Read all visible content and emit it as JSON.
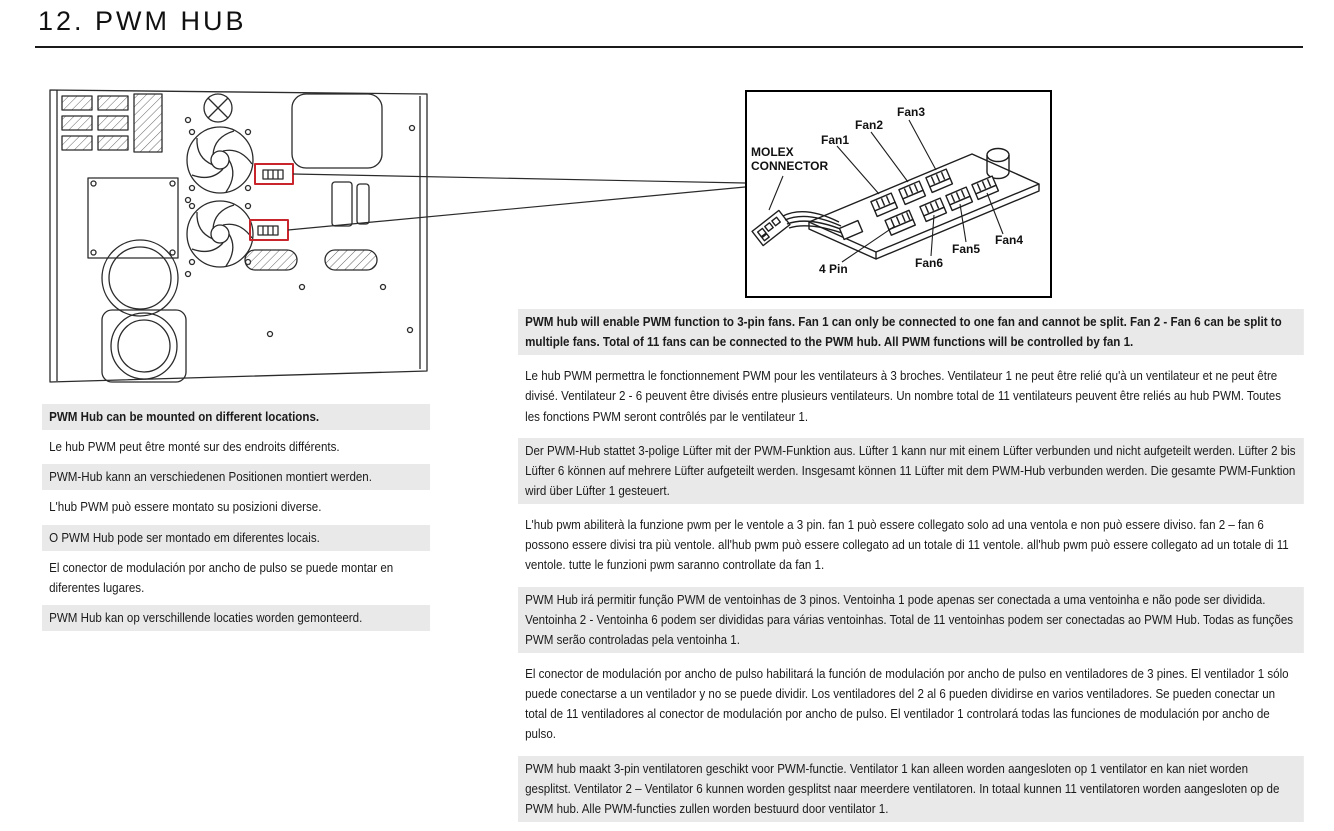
{
  "colors": {
    "callout_red": "#c9252c",
    "highlight_bg": "#e9e9e9"
  },
  "header": {
    "title": "12. PWM HUB"
  },
  "hub_diagram": {
    "molex_label_line1": "MOLEX",
    "molex_label_line2": "CONNECTOR",
    "fan1": "Fan1",
    "fan2": "Fan2",
    "fan3": "Fan3",
    "fan4": "Fan4",
    "fan5": "Fan5",
    "fan6": "Fan6",
    "four_pin": "4 Pin"
  },
  "mounting_notes": {
    "items": [
      "PWM Hub can be mounted on different locations.",
      "Le hub PWM peut être monté sur des endroits différents.",
      "PWM-Hub kann an verschiedenen Positionen montiert werden.",
      "L'hub PWM può essere montato su posizioni diverse.",
      "O PWM Hub pode ser montado em diferentes locais.",
      "El conector de modulación por ancho de pulso se puede montar en diferentes lugares.",
      "PWM Hub kan op verschillende locaties worden gemonteerd."
    ]
  },
  "descriptions": {
    "paragraphs": [
      "PWM hub will enable PWM function to 3-pin fans. Fan 1 can only be connected to one fan and cannot be split. Fan 2 - Fan 6 can be split to multiple fans. Total of 11 fans can be connected to the PWM hub. All PWM functions will be controlled by fan 1.",
      "Le hub PWM permettra le fonctionnement PWM pour les ventilateurs à 3 broches. Ventilateur 1 ne peut être relié qu'à un ventilateur et ne peut être divisé. Ventilateur 2 - 6 peuvent être divisés entre plusieurs ventilateurs. Un nombre total de 11 ventilateurs peuvent être reliés au hub PWM. Toutes les fonctions PWM seront contrôlés par le ventilateur 1.",
      "Der PWM-Hub stattet 3-polige Lüfter mit der PWM-Funktion aus. Lüfter 1 kann nur mit einem Lüfter verbunden und nicht aufgeteilt werden. Lüfter 2 bis Lüfter 6 können auf mehrere Lüfter aufgeteilt werden. Insgesamt können 11 Lüfter mit dem PWM-Hub verbunden werden. Die gesamte PWM-Funktion wird über Lüfter 1 gesteuert.",
      "L'hub pwm abiliterà la funzione pwm per le ventole a 3 pin. fan 1 può essere collegato solo ad una ventola e non può essere diviso. fan 2 – fan 6 possono essere divisi tra più ventole. all'hub pwm può essere collegato ad un totale di 11 ventole. all'hub pwm può essere collegato ad un totale di 11 ventole. tutte le funzioni pwm saranno controllate da fan 1.",
      "PWM Hub irá permitir função PWM de ventoinhas de 3 pinos. Ventoinha 1 pode apenas ser conectada a uma ventoinha e não pode ser dividida. Ventoinha 2 - Ventoinha 6 podem ser divididas para várias ventoinhas. Total de 11 ventoinhas podem ser conectadas ao PWM Hub. Todas as funções PWM serão controladas pela ventoinha 1.",
      "El conector de modulación por ancho de pulso habilitará la función de modulación por ancho de pulso en ventiladores de 3 pines. El ventilador 1 sólo puede conectarse a un ventilador y no se puede dividir. Los ventiladores del 2 al 6 pueden dividirse en varios ventiladores. Se pueden conectar un total de 11 ventiladores al conector de modulación por ancho de pulso. El ventilador 1 controlará todas las funciones de modulación por ancho de pulso.",
      "PWM hub maakt 3-pin ventilatoren geschikt voor PWM-functie. Ventilator 1 kan alleen worden aangesloten op 1 ventilator en kan niet worden gesplitst. Ventilator 2 – Ventilator 6 kunnen worden gesplitst naar meerdere ventilatoren. In totaal kunnen 11 ventilatoren worden aangesloten op de PWM hub. Alle PWM-functies zullen worden bestuurd door ventilator 1."
    ]
  }
}
